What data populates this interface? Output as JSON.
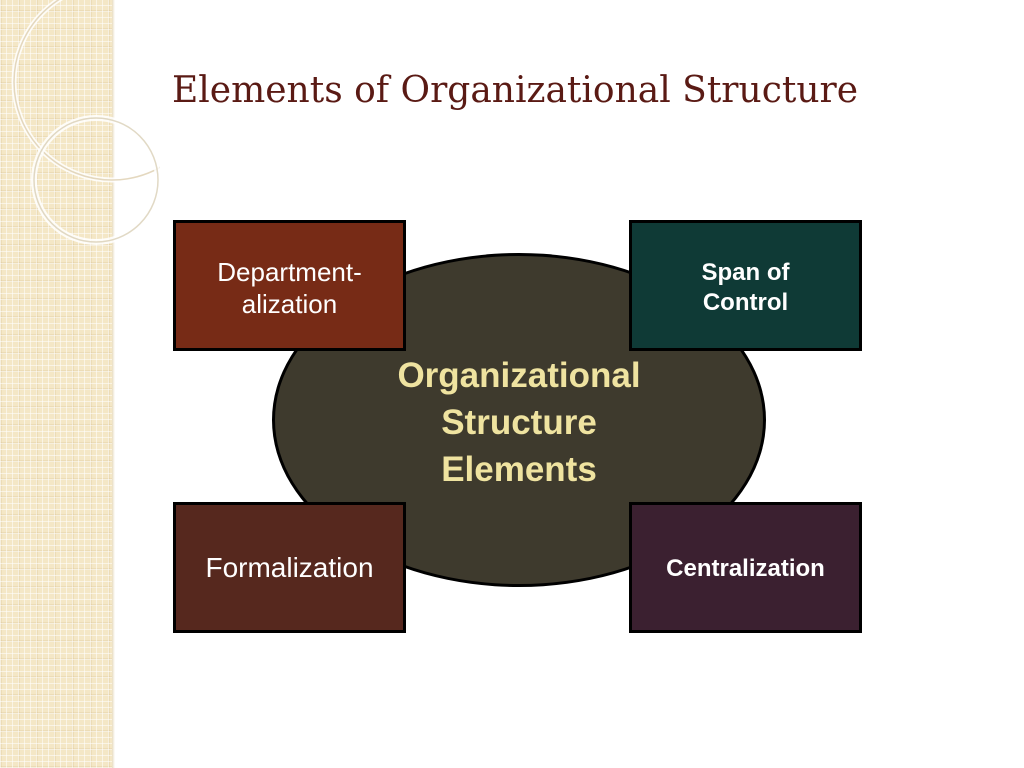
{
  "slide": {
    "title": "Elements of Organizational Structure"
  },
  "diagram": {
    "center_lines": [
      "Organizational",
      "Structure",
      "Elements"
    ],
    "boxes": {
      "departmentalization": [
        "Department-",
        "alization"
      ],
      "span_of_control": [
        "Span of",
        "Control"
      ],
      "formalization": [
        "Formalization"
      ],
      "centralization": [
        "Centralization"
      ]
    }
  },
  "colors": {
    "title": "#5a1a14",
    "ellipse_fill": "#3e3a2d",
    "center_text": "#efe3a0",
    "departmentalization_fill": "#772b16",
    "span_of_control_fill": "#0f3a36",
    "formalization_fill": "#56281e",
    "centralization_fill": "#3b2030",
    "side_band": "#f4e7c6"
  }
}
